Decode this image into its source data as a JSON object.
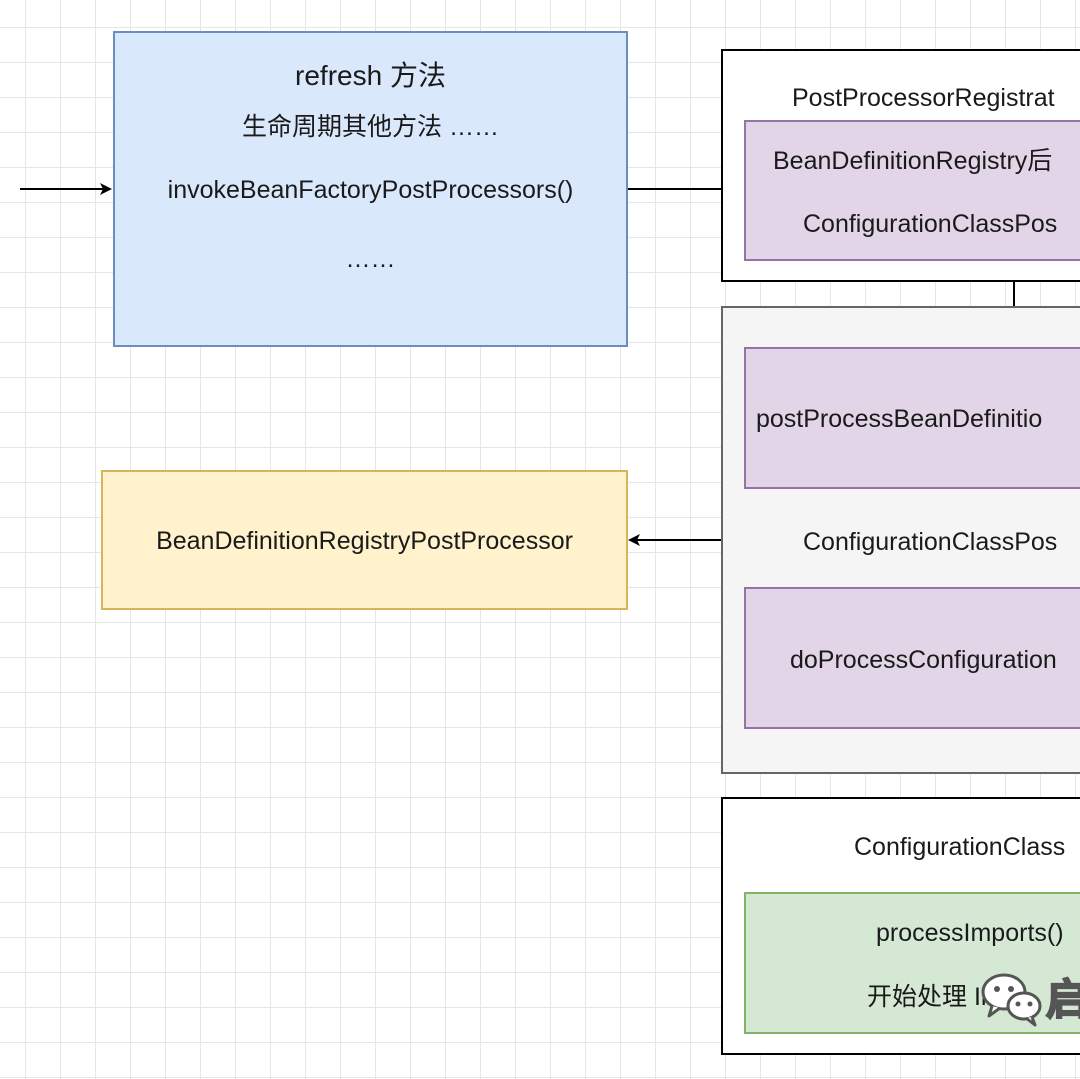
{
  "refresh_box": {
    "title": "refresh 方法",
    "line1": "生命周期其他方法 ……",
    "line2": "invokeBeanFactoryPostProcessors()",
    "line3": "……"
  },
  "registry_pp_box": {
    "label": "BeanDefinitionRegistryPostProcessor"
  },
  "pp_registration_box": {
    "title": "PostProcessorRegistrat",
    "inner_line1": "BeanDefinitionRegistry后",
    "inner_line2": "ConfigurationClassPos"
  },
  "config_class_pp_box": {
    "top_inner": "postProcessBeanDefinitio",
    "middle_label": "ConfigurationClassPos",
    "bottom_inner": "doProcessConfiguration"
  },
  "config_class_parser_box": {
    "title": "ConfigurationClass",
    "inner_line1": "processImports()",
    "inner_line2": "开始处理 Impo"
  },
  "watermark": {
    "text": "启"
  },
  "colors": {
    "blue_fill": "#dae8fc",
    "blue_stroke": "#6c8ebf",
    "yellow_fill": "#fff2cc",
    "yellow_stroke": "#d6b656",
    "purple_fill": "#e1d5e7",
    "purple_stroke": "#9673a6",
    "green_fill": "#d5e8d4",
    "green_stroke": "#82b366",
    "gray_fill": "#f5f5f5"
  }
}
